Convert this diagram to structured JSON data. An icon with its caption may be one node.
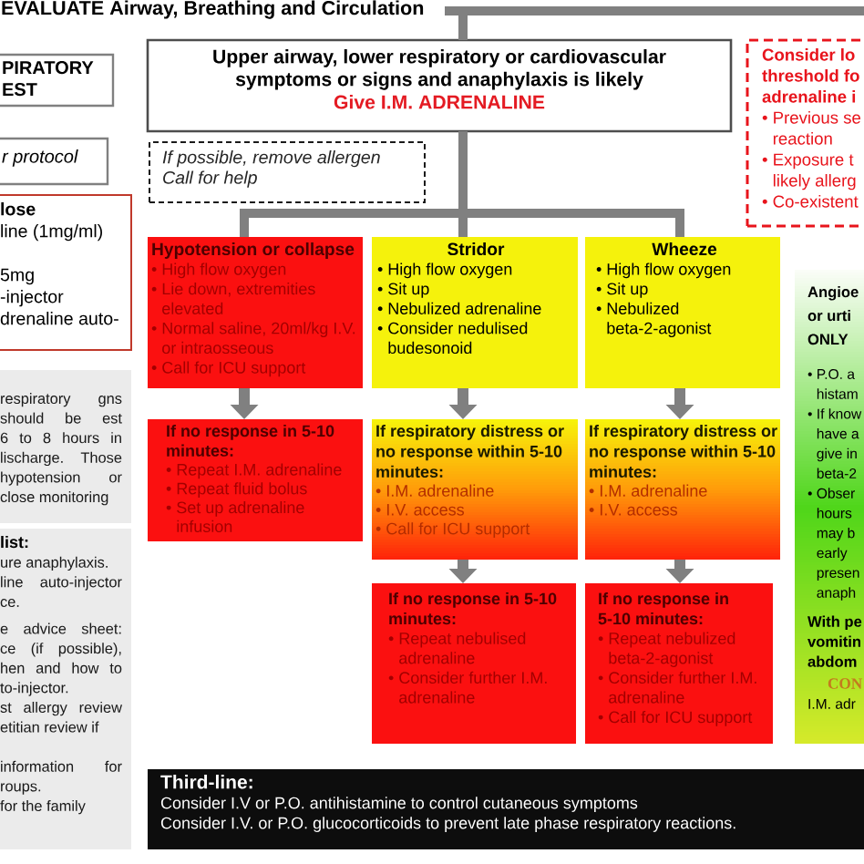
{
  "diagram": {
    "nodes": [
      {
        "text": [
          "EVALUATE Airway, Breathing and Circulation"
        ]
      },
      {
        "text": [
          "PIRATORY EST"
        ]
      },
      {
        "text": [
          "r protocol"
        ]
      },
      {
        "text": [
          "lose",
          "line (1mg/ml)",
          "5mg",
          "-injector",
          "drenaline auto-"
        ]
      },
      {
        "text": [
          "respiratory gns should be est 6 to 8 hours in lischarge. Those hypotension or close monitoring"
        ]
      },
      {
        "text": [
          "list:",
          "ure anaphylaxis.",
          "line auto-injector ce.",
          "e advice sheet: ce (if possible), hen and how to to-injector.",
          "st allergy review etitian review if",
          "information for roups.",
          "for the family"
        ]
      },
      {
        "text": [
          "Upper airway, lower respiratory or cardiovascular symptoms or signs and anaphylaxis is likely",
          "Give I.M. ADRENALINE"
        ]
      },
      {
        "text": [
          "If possible, remove allergen",
          "Call for help"
        ]
      },
      {
        "text": [
          "Consider lo threshold fo adrenaline i",
          "• Previous se reaction",
          "• Exposure t likely allerg",
          "• Co-existent"
        ]
      },
      {
        "text": [
          "Hypotension or collapse",
          "• High flow oxygen",
          "• Lie down, extremities elevated",
          "• Normal saline, 20ml/kg I.V. or intraosseous",
          "• Call for ICU support"
        ]
      },
      {
        "text": [
          "Stridor",
          "• High flow oxygen",
          "• Sit up",
          "• Nebulized adrenaline",
          "• Consider nedulised budesonoid"
        ]
      },
      {
        "text": [
          "Wheeze",
          "• High flow oxygen",
          "• Sit up",
          "• Nebulized beta-2-agonist"
        ]
      },
      {
        "text": [
          "Angioe or urti ONLY",
          "• P.O. a histam",
          "• If know have a give in beta-2",
          "• Obser hours may b early presen anaph",
          "With pe vomitin abdom",
          "CON",
          "I.M. adr"
        ]
      },
      {
        "text": [
          "If no response in 5-10 minutes:",
          "• Repeat I.M. adrenaline",
          "• Repeat fluid bolus",
          "• Set up adrenaline infusion"
        ]
      },
      {
        "text": [
          "If respiratory distress or no response within 5-10 minutes:",
          "• I.M. adrenaline",
          "• I.V. access",
          "• Call for ICU support"
        ]
      },
      {
        "text": [
          "If respiratory distress or no response within 5-10 minutes:",
          "• I.M. adrenaline",
          "• I.V. access"
        ]
      },
      {
        "text": [
          "If no response in 5-10 minutes:",
          "• Repeat nebulised adrenaline",
          "• Consider further I.M. adrenaline"
        ]
      },
      {
        "text": [
          "If no response in 5-10 minutes:",
          "• Repeat nebulized beta-2-agonist",
          "• Consider further I.M. adrenaline",
          "• Call for ICU support"
        ]
      },
      {
        "text": [
          "Third-line:",
          "Consider I.V or P.O. antihistamine to control cutaneous symptoms",
          "Consider I.V. or P.O. glucocorticoids to prevent late phase respiratory reactions."
        ]
      }
    ],
    "edges": [
      {
        "from": 0,
        "to": 6,
        "arrow": "none"
      },
      {
        "from": 0,
        "to": null,
        "arrow": "none"
      },
      {
        "from": 6,
        "to": 9,
        "arrow": "none"
      },
      {
        "from": 6,
        "to": 10,
        "arrow": "none"
      },
      {
        "from": 6,
        "to": 11,
        "arrow": "none"
      },
      {
        "from": 9,
        "to": 13,
        "arrow": "to"
      },
      {
        "from": 10,
        "to": 14,
        "arrow": "to"
      },
      {
        "from": 11,
        "to": 15,
        "arrow": "to"
      },
      {
        "from": 14,
        "to": 16,
        "arrow": "to"
      },
      {
        "from": 15,
        "to": 17,
        "arrow": "to"
      }
    ]
  }
}
